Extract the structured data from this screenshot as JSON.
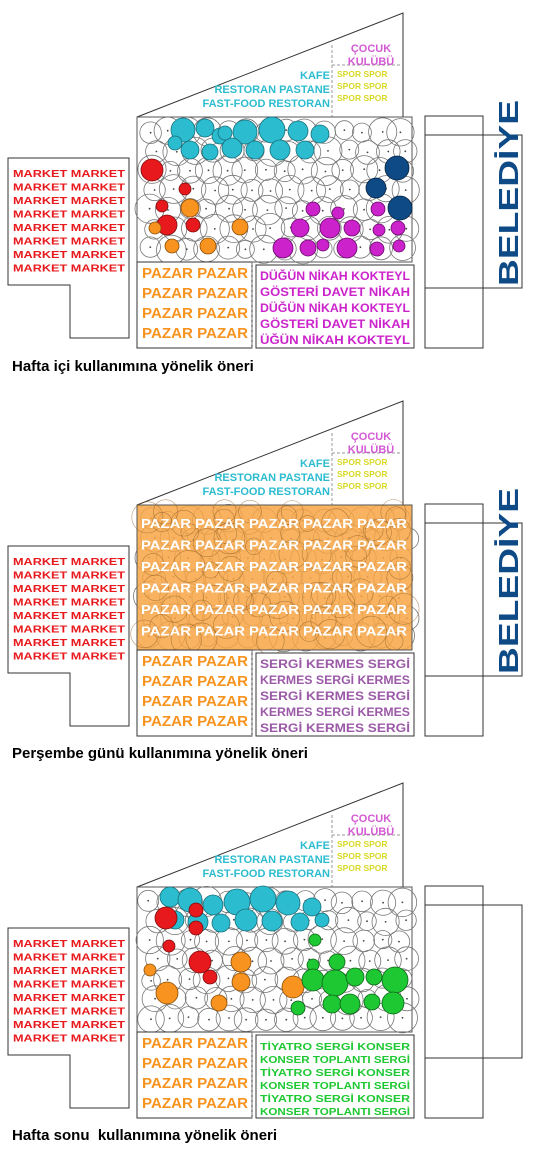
{
  "colors": {
    "market": "#e8191c",
    "pazar": "#f7931e",
    "cafe": "#2bbcd0",
    "cocuk": "#d45ad4",
    "spor": "#d9d928",
    "event_weekday": "#cc22cc",
    "event_thursday": "#9b59a8",
    "event_weekend": "#1ec832",
    "belediye": "#0e4a86",
    "pazar_fill": "#f7a444"
  },
  "labels": {
    "cocuk": "ÇOCUK",
    "kulubu": "KULÜBÜ",
    "kafe": "KAFE",
    "restoran_pastane": "RESTORAN PASTANE",
    "fastfood_restoran": "FAST-FOOD RESTORAN",
    "spor": "SPOR SPOR",
    "market": "MARKET MARKET",
    "market_short": "MARKET",
    "pazar_pair": "PAZAR PAZAR",
    "pazar": "PAZAR",
    "belediye": "BELEDİYE"
  },
  "sections": [
    {
      "caption": "Hafta içi kullanımına yönelik öneri",
      "event_lines": [
        "DÜĞÜN NİKAH KOKTEYL",
        "GÖSTERİ DAVET NİKAH",
        "DÜĞÜN NİKAH KOKTEYL",
        "GÖSTERİ DAVET NİKAH",
        "ÜĞÜN NİKAH KOKTEYL"
      ],
      "show_belediye": true
    },
    {
      "caption": "Perşembe günü kullanımına yönelik öneri",
      "event_lines": [
        "SERGİ KERMES SERGİ",
        "KERMES SERGİ KERMES",
        "SERGİ KERMES SERGİ",
        "KERMES SERGİ KERMES",
        "SERGİ KERMES SERGİ"
      ],
      "show_belediye": true
    },
    {
      "caption": "Hafta sonu  kullanımına yönelik öneri",
      "event_lines": [
        "TİYATRO SERGİ KONSER",
        "KONSER TOPLANTI SERGİ",
        "TİYATRO SERGİ KONSER",
        "KONSER TOPLANTI SERGİ",
        "TİYATRO SERGİ KONSER",
        "KONSER TOPLANTI SERGİ"
      ],
      "show_belediye": false
    }
  ]
}
